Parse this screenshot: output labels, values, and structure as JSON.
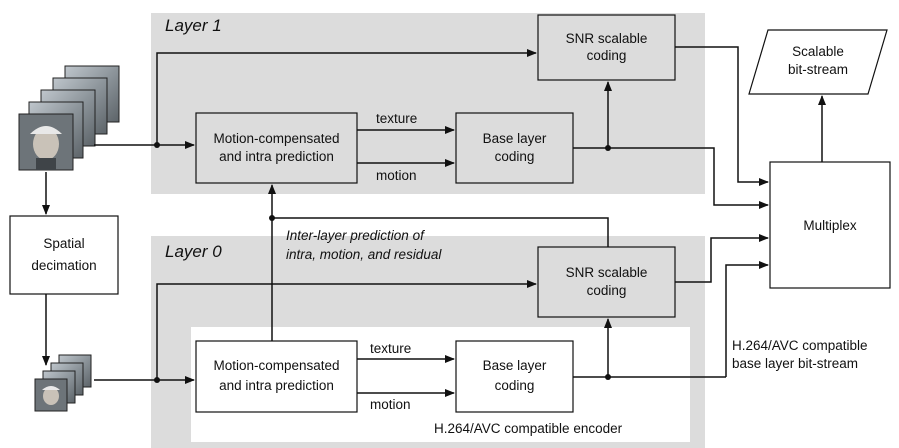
{
  "layer1": {
    "title": "Layer 1"
  },
  "layer0": {
    "title": "Layer 0"
  },
  "blocks": {
    "snr1": [
      "SNR scalable",
      "coding"
    ],
    "mcp1": [
      "Motion-compensated",
      "and intra prediction"
    ],
    "base1": [
      "Base layer",
      "coding"
    ],
    "snr0": [
      "SNR scalable",
      "coding"
    ],
    "mcp0": [
      "Motion-compensated",
      "and intra prediction"
    ],
    "base0": [
      "Base layer",
      "coding"
    ],
    "spatial": [
      "Spatial",
      "decimation"
    ],
    "multiplex": "Multiplex",
    "bitstream": [
      "Scalable",
      "bit-stream"
    ]
  },
  "labels": {
    "texture1": "texture",
    "motion1": "motion",
    "texture0": "texture",
    "motion0": "motion",
    "interlayer": [
      "Inter-layer prediction of",
      "intra, motion, and residual"
    ],
    "h264_encoder": "H.264/AVC compatible encoder",
    "h264_stream": [
      "H.264/AVC compatible",
      "base layer bit-stream"
    ]
  },
  "colors": {
    "layer_bg": "#dcdcdc",
    "box_fill": "#ffffff",
    "line": "#111111"
  },
  "icons": [
    "video-frames-icon",
    "video-frames-small-icon"
  ]
}
